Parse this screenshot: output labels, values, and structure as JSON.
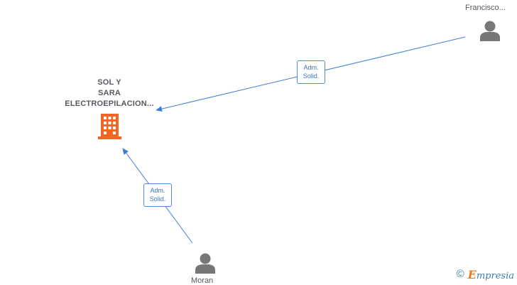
{
  "company": {
    "name_lines": [
      "SOL Y",
      "SARA",
      "ELECTROEPILACION..."
    ],
    "icon": "building-icon",
    "color": "#f26522"
  },
  "people": [
    {
      "name": "Francisco...",
      "icon": "person-icon"
    },
    {
      "name": "Moran",
      "icon": "person-icon"
    }
  ],
  "edges": [
    {
      "from": "Francisco...",
      "to": "SOL Y SARA ELECTROEPILACION...",
      "label_lines": [
        "Adm.",
        "Solid."
      ]
    },
    {
      "from": "Moran",
      "to": "SOL Y SARA ELECTROEPILACION...",
      "label_lines": [
        "Adm.",
        "Solid."
      ]
    }
  ],
  "colors": {
    "edge": "#3b7fd4",
    "person": "#777777",
    "text": "#555a60"
  },
  "brand": {
    "copyright": "©",
    "initial": "E",
    "rest": "mpresia"
  }
}
